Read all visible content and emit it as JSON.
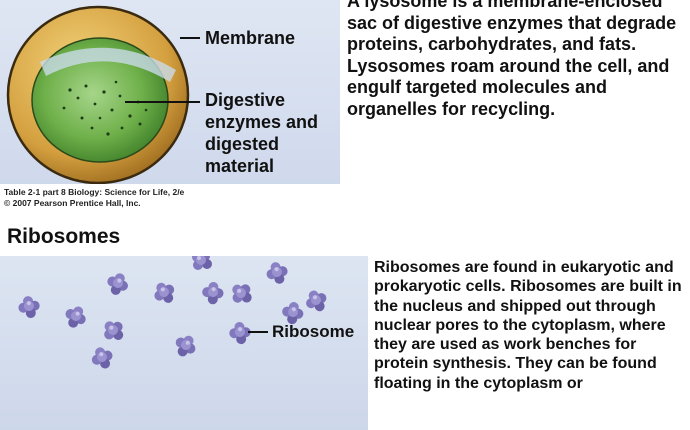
{
  "lysosome": {
    "label_membrane": "Membrane",
    "label_digestive": "Digestive enzymes and digested material",
    "caption_line1": "Table 2-1 part 8  Biology: Science for Life, 2/e",
    "caption_line2": "© 2007 Pearson Prentice Hall, Inc.",
    "description": "A lysosome is a membrane-enclosed sac of digestive enzymes that degrade proteins, carbohydrates, and fats. Lysosomes roam around the cell, and engulf targeted molecules and organelles for recycling."
  },
  "ribosomes": {
    "section_title": "Ribosomes",
    "label": "Ribosome",
    "description": "Ribosomes are found in eukaryotic and prokaryotic cells. Ribosomes are built in the nucleus and shipped out through nuclear pores to the cytoplasm, where they are used as work benches for protein synthesis. They can be found floating in the cytoplasm or"
  },
  "colors": {
    "panel_bg": "#d6dff0",
    "lysosome_outer": "#d9a84a",
    "lysosome_inner": "#5fa03a",
    "ribosome": "#7d74b8"
  }
}
